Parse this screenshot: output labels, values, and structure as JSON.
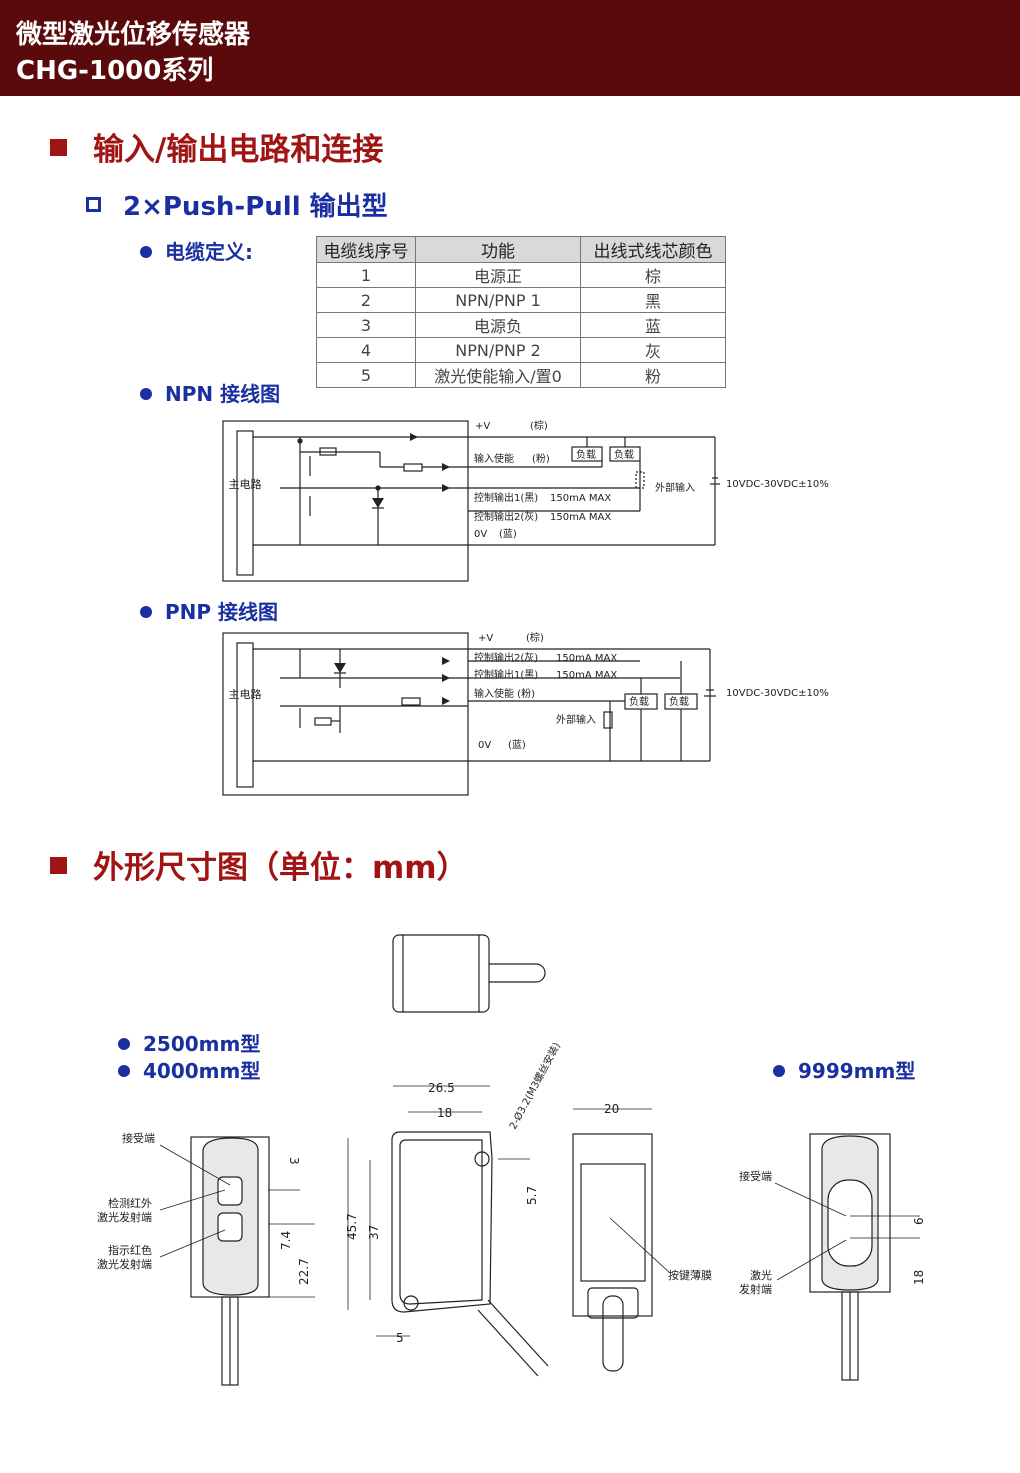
{
  "header": {
    "title_line1": "微型激光位移传感器",
    "title_line2": "CHG-1000系列"
  },
  "section1": {
    "title": "输入/输出电路和连接",
    "subsection": "2×Push-Pull  输出型",
    "cable_label": "电缆定义:",
    "cable_table": {
      "headers": [
        "电缆线序号",
        "功能",
        "出线式线芯颜色"
      ],
      "rows": [
        [
          "1",
          "电源正",
          "棕"
        ],
        [
          "2",
          "NPN/PNP 1",
          "黑"
        ],
        [
          "3",
          "电源负",
          "蓝"
        ],
        [
          "4",
          "NPN/PNP 2",
          "灰"
        ],
        [
          "5",
          "激光使能输入/置0",
          "粉"
        ]
      ]
    },
    "npn_label": "NPN 接线图",
    "pnp_label": "PNP 接线图"
  },
  "npn_diagram": {
    "main_circuit": "主电路",
    "vplus": "+V",
    "brown": "(棕)",
    "enable": "输入使能",
    "pink": "(粉)",
    "out1": "控制输出1(黑)",
    "out2": "控制输出2(灰)",
    "max1": "150mA MAX",
    "max2": "150mA MAX",
    "zero": "0V",
    "blue": "(蓝)",
    "load": "负载",
    "ext": "外部输入",
    "supply": "10VDC-30VDC±10%"
  },
  "pnp_diagram": {
    "main_circuit": "主电路",
    "vplus": "+V",
    "brown": "(棕)",
    "out2": "控制输出2(灰)",
    "out1": "控制输出1(黑)",
    "max1": "150mA MAX",
    "max2": "150mA MAX",
    "enable": "输入使能 (粉)",
    "zero": "0V",
    "blue": "(蓝)",
    "load": "负载",
    "ext": "外部输入",
    "supply": "10VDC-30VDC±10%"
  },
  "section2": {
    "title": "外形尺寸图（单位：mm）",
    "type_2500": "2500mm型",
    "type_4000": "4000mm型",
    "type_9999": "9999mm型"
  },
  "dims": {
    "receiver": "接受端",
    "detect_line1": "检测红外",
    "detect_line2": "激光发射端",
    "indicator_line1": "指示红色",
    "indicator_line2": "激光发射端",
    "d3": "3",
    "d7_4": "7.4",
    "d22_7": "22.7",
    "d26_5": "26.5",
    "d18": "18",
    "d45_7": "45.7",
    "d37": "37",
    "d5_7": "5.7",
    "d5": "5",
    "hole": "2-Ø3.2(M3螺丝安装)",
    "d20": "20",
    "membrane": "按键薄膜",
    "r_receiver": "接受端",
    "r_laser_line1": "激光",
    "r_laser_line2": "发射端",
    "d6": "6",
    "r18": "18"
  }
}
